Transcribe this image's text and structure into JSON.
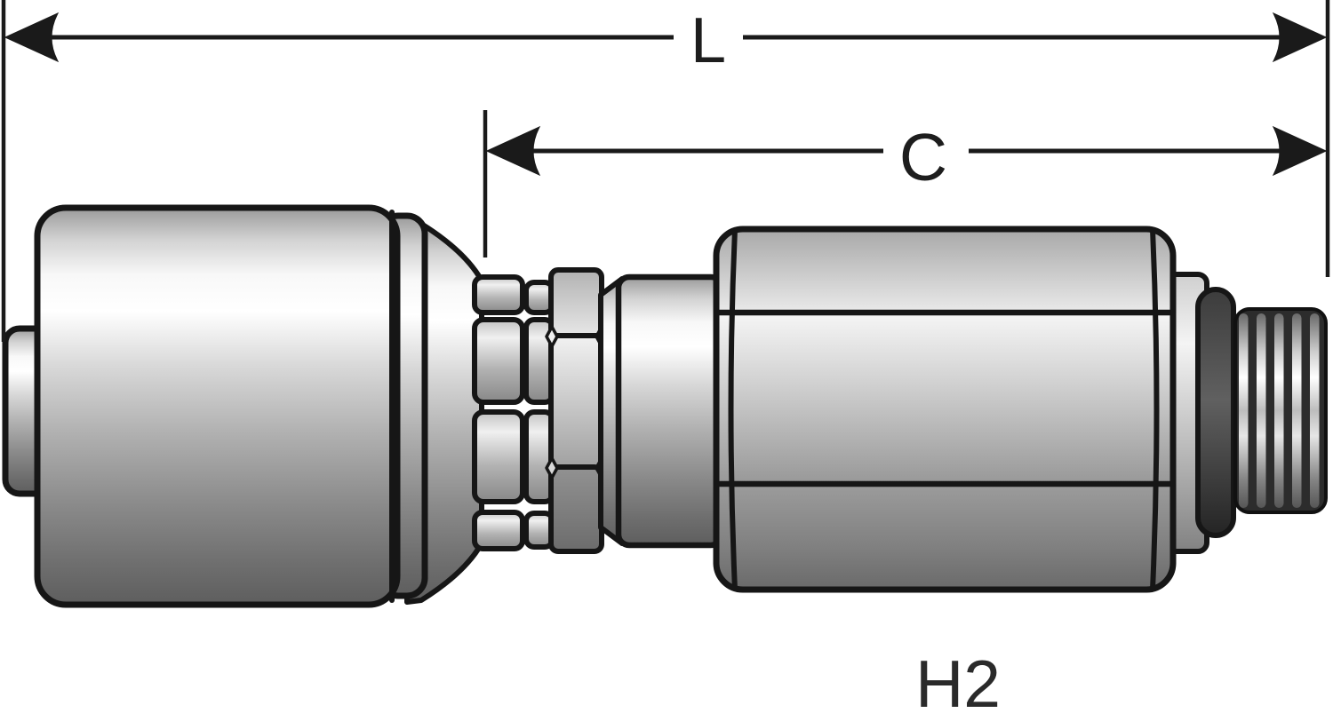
{
  "labels": {
    "dimension_l": "L",
    "dimension_c": "C",
    "part_code": "H2"
  },
  "colors": {
    "background": "#ffffff",
    "outline": "#161616",
    "dimension_lines": "#1a1a1a",
    "dimension_label_text": "#1d1d1d",
    "part_code_text": "#2a2a2a",
    "metal_highlight": "#ffffff",
    "metal_shadow": "#5e5e5e",
    "o_ring": "#3c3c3c",
    "thread_valley": "#2c2c2c"
  }
}
